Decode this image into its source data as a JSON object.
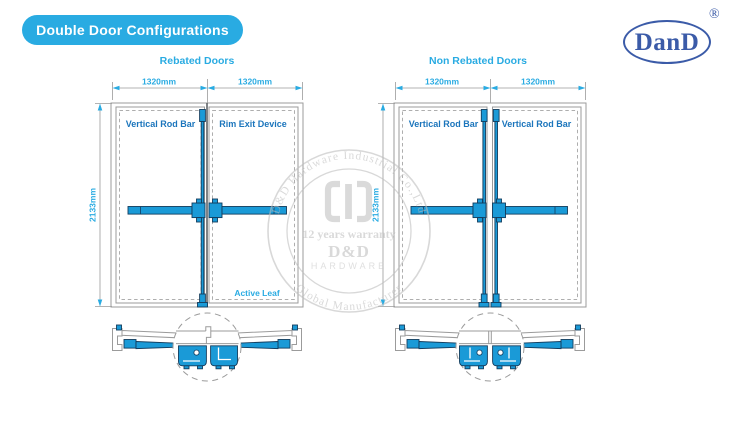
{
  "header": {
    "title": "Double Door Configurations"
  },
  "logo": {
    "text": "DanD",
    "registered": "®"
  },
  "watermark": {
    "arc_top": "D&D Hardware Industrial Co.,Ltd",
    "warranty": "12 years warranty",
    "brand": "D&D",
    "brand_sub": "HARDWARE",
    "arc_bottom": "Global Manufacturer"
  },
  "diagrams": [
    {
      "title": "Rebated Doors",
      "dim_width_left": "1320mm",
      "dim_width_right": "1320mm",
      "dim_height": "2133mm",
      "left_leaf_label": "Vertical Rod Bar",
      "right_leaf_label": "Rim Exit Device",
      "active_leaf_label": "Active Leaf"
    },
    {
      "title": "Non Rebated Doors",
      "dim_width_left": "1320mm",
      "dim_width_right": "1320mm",
      "dim_height": "2133mm",
      "left_leaf_label": "Vertical Rod Bar",
      "right_leaf_label": "Vertical Rod Bar"
    }
  ],
  "colors": {
    "accent_blue": "#29abe2",
    "label_blue": "#1b75bc",
    "device_blue": "#1a9ad7",
    "device_outline": "#123c5d",
    "logo_blue": "#3b5ba8",
    "line_gray": "#9b9b9b",
    "watermark_gray": "#c0c0c0"
  }
}
